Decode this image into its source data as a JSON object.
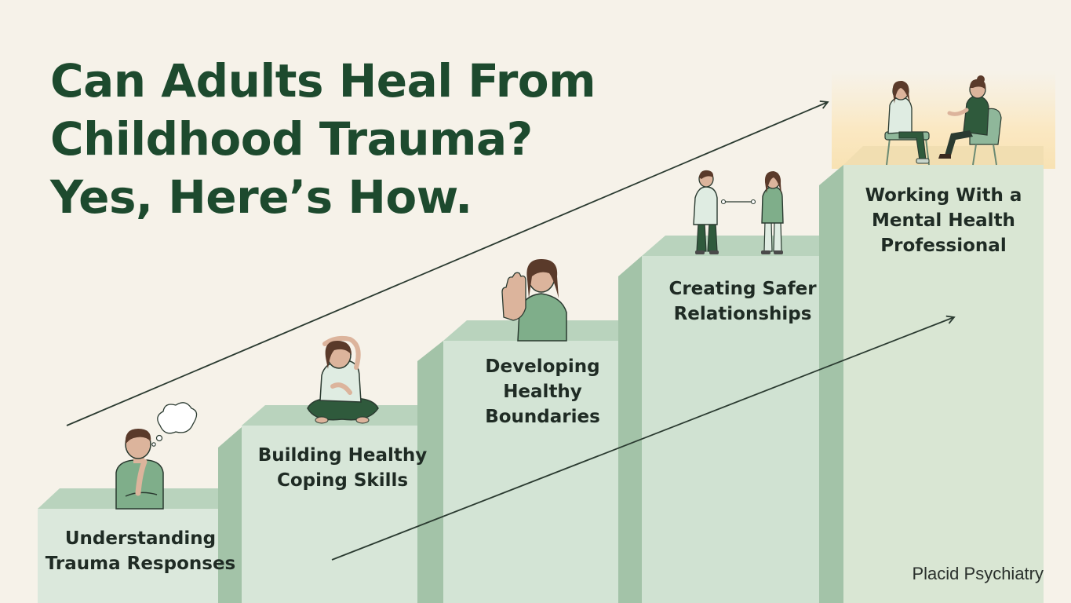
{
  "title": {
    "line1": "Can Adults Heal From",
    "line2": "Childhood Trauma?",
    "line3": "Yes, Here’s How."
  },
  "steps": [
    {
      "line1": "Understanding",
      "line2": "Trauma Responses"
    },
    {
      "line1": "Building Healthy",
      "line2": "Coping Skills"
    },
    {
      "line1": "Developing",
      "line2": "Healthy",
      "line3": "Boundaries"
    },
    {
      "line1": "Creating Safer",
      "line2": "Relationships"
    },
    {
      "line1": "Working With a",
      "line2": "Mental Health",
      "line3": "Professional"
    }
  ],
  "brand": "Placid Psychiatry",
  "colors": {
    "background": "#f6f2e9",
    "title": "#1d4a2e",
    "step_front": "#dbe8dc",
    "step_top": "#b9d3bd",
    "step_side": "#9fbfa4",
    "figure_shirt": "#7fae8a",
    "figure_pants": "#2f5a3c",
    "skin": "#dcb49c",
    "hair": "#5a3a2a"
  },
  "icons": [
    "thinking-person-icon",
    "thought-bubble-icon",
    "stretching-person-icon",
    "stop-hand-person-icon",
    "connected-couple-icon",
    "therapy-session-icon",
    "progress-arrow-icon"
  ]
}
